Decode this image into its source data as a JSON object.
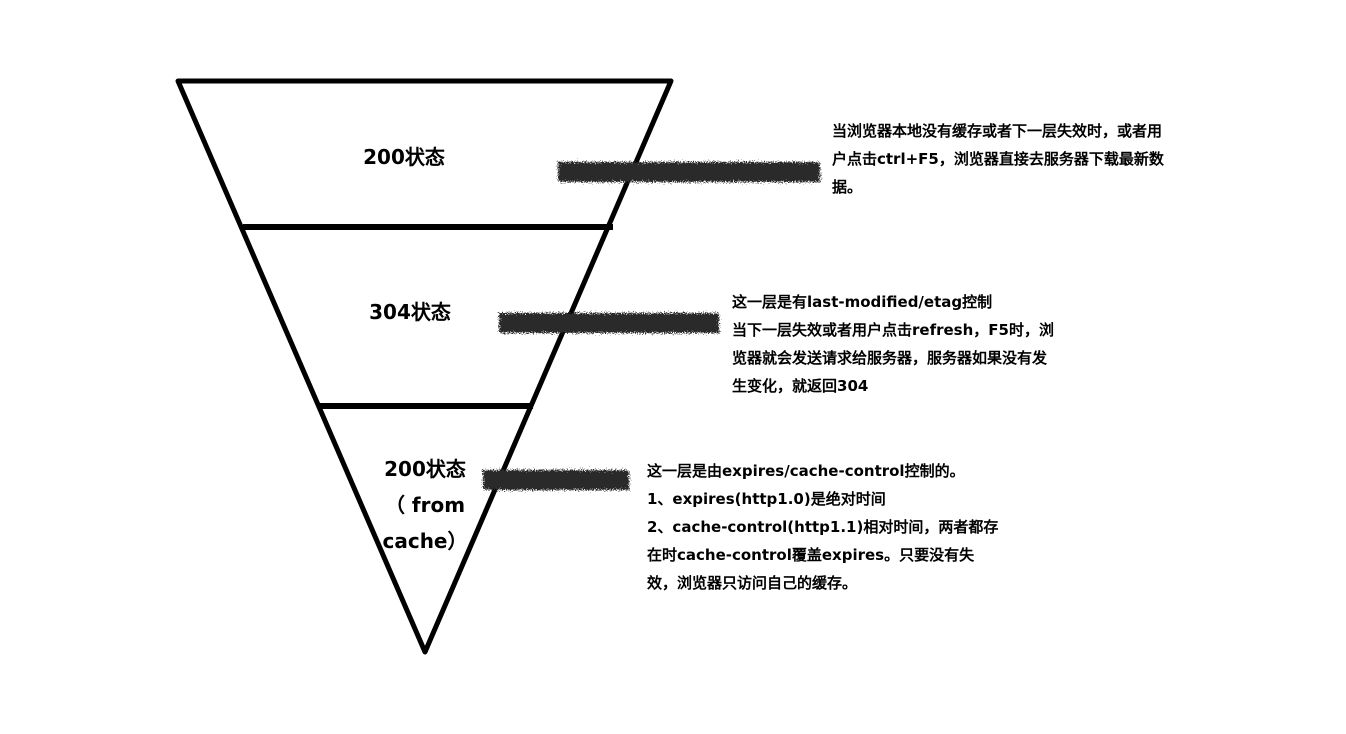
{
  "layers": [
    {
      "label_lines": [
        "200状态"
      ],
      "description_lines": [
        "当浏览器本地没有缓存或者下一层失效时，或者用",
        "户点击ctrl+F5，浏览器直接去服务器下载最新数",
        "据。"
      ]
    },
    {
      "label_lines": [
        "304状态"
      ],
      "description_lines": [
        "这一层是有last-modified/etag控制",
        "当下一层失效或者用户点击refresh，F5时，浏",
        "览器就会发送请求给服务器，服务器如果没有发",
        "生变化，就返回304"
      ]
    },
    {
      "label_lines": [
        "200状态",
        "（ from",
        "cache）"
      ],
      "description_lines": [
        "这一层是由expires/cache-control控制的。",
        "1、expires(http1.0)是绝对时间",
        "2、cache-control(http1.1)相对时间，两者都存",
        "在时cache-control覆盖expires。只要没有失",
        "效，浏览器只访问自己的缓存。"
      ]
    }
  ],
  "colors": {
    "outline": "#000000",
    "connector": "#2a2a2a",
    "background": "#ffffff"
  }
}
